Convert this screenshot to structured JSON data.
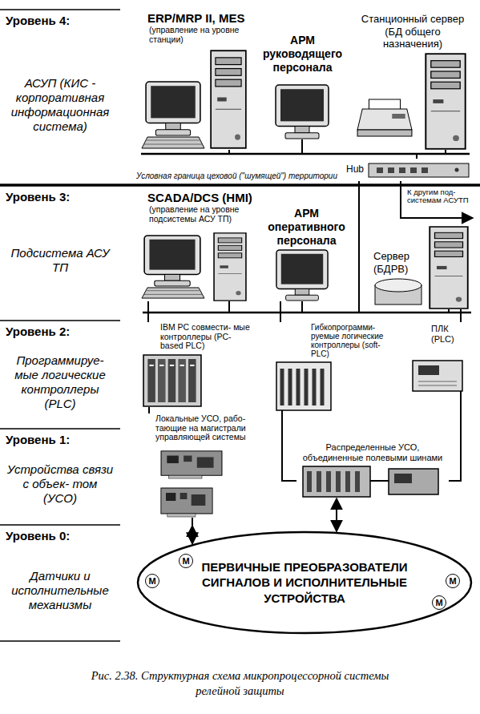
{
  "diagram": {
    "caption": "Рис. 2.38. Структурная схема микропроцессорной системы релейной защиты",
    "nodes": [
      {
        "text": [
          "Уровень 4:",
          "АСУП (КИС - корпоративная информационная система)"
        ]
      },
      {
        "text": [
          "Уровень 3:",
          "Подсистема АСУ ТП"
        ]
      },
      {
        "text": [
          "Уровень 2:",
          "Программируе- мые логические контроллеры (PLC)"
        ]
      },
      {
        "text": [
          "Уровень 1:",
          "Устройства связи с объек- том (УСО)"
        ]
      },
      {
        "text": [
          "Уровень 0:",
          "Датчики и исполнительные механизмы"
        ]
      },
      {
        "text": [
          "ERP/MRP II, MES",
          "(управление на уровне станции)"
        ]
      },
      {
        "text": [
          "АРМ руководящего персонала"
        ]
      },
      {
        "text": [
          "Станционный сервер (БД общего назначения)"
        ]
      },
      {
        "text": [
          "Hub"
        ]
      },
      {
        "text": [
          "SCADA/DCS (HMI)",
          "(управление на уровне подсистемы АСУ ТП)"
        ]
      },
      {
        "text": [
          "АРМ оперативного персонала"
        ]
      },
      {
        "text": [
          "Сервер (БДРВ)"
        ]
      },
      {
        "text": [
          "IBM PC совмести- мые контроллеры (PC-based PLC)"
        ]
      },
      {
        "text": [
          "Гибкопрограмми- руемые логические контроллеры (soft-PLC)"
        ]
      },
      {
        "text": [
          "ПЛК (PLC)"
        ]
      },
      {
        "text": [
          "Локальные УСО, рабо- тающие на магистрали управляющей системы"
        ]
      },
      {
        "text": [
          "Распределенные УСО, объединенные полевыми шинами"
        ]
      },
      {
        "text": [
          "ПЕРВИЧНЫЕ ПРЕОБРАЗОВАТЕЛИ СИГНАЛОВ И ИСПОЛНИТЕЛЬНЫЕ УСТРОЙСТВА"
        ]
      },
      {
        "text": [
          "M"
        ],
        "in": 17
      },
      {
        "text": [
          "M"
        ],
        "in": 17
      },
      {
        "text": [
          "M"
        ],
        "in": 17
      },
      {
        "text": [
          "M"
        ],
        "in": 17
      }
    ],
    "edges": [
      {
        "from": 5,
        "to": 8,
        "arrow": "none"
      },
      {
        "from": 6,
        "to": 8,
        "arrow": "none"
      },
      {
        "from": 7,
        "to": 8,
        "arrow": "none"
      },
      {
        "from": 8,
        "to": 9,
        "arrow": "none"
      },
      {
        "from": 8,
        "to": 10,
        "arrow": "none"
      },
      {
        "from": 8,
        "to": 11,
        "arrow": "none"
      },
      {
        "from": 9,
        "to": 12,
        "arrow": "none"
      },
      {
        "from": 10,
        "to": 13,
        "arrow": "none"
      },
      {
        "from": 11,
        "to": 14,
        "arrow": "none"
      },
      {
        "from": 12,
        "to": 15,
        "arrow": "none"
      },
      {
        "from": 13,
        "to": 16,
        "arrow": "none"
      },
      {
        "from": 14,
        "to": 16,
        "arrow": "none"
      },
      {
        "from": 15,
        "to": 17,
        "arrow": "both"
      },
      {
        "from": 16,
        "to": 17,
        "arrow": "both"
      }
    ],
    "labels": [
      "Условная граница цеховой (\"шумящей\") территории",
      "К другим под- системам АСУТП"
    ]
  }
}
